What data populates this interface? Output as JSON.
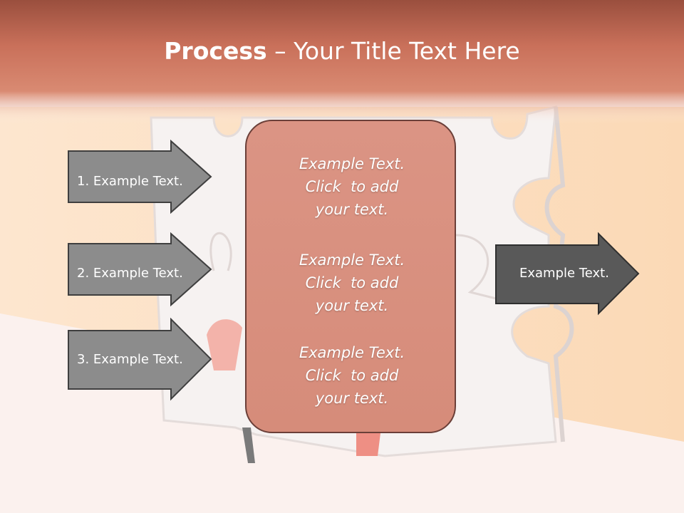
{
  "slide": {
    "title_bold": "Process",
    "title_rest": " – Your Title Text Here"
  },
  "left_arrows": [
    {
      "label": "1. Example Text."
    },
    {
      "label": "2. Example Text."
    },
    {
      "label": "3. Example Text."
    }
  ],
  "center_panel": {
    "blocks": [
      {
        "line1": "Example Text.",
        "line2": "Click  to add",
        "line3": "your text."
      },
      {
        "line1": "Example Text.",
        "line2": "Click  to add",
        "line3": "your text."
      },
      {
        "line1": "Example Text.",
        "line2": "Click  to add",
        "line3": "your text."
      }
    ]
  },
  "right_arrow": {
    "label": "Example Text."
  },
  "colors": {
    "title_band": "#c9705a",
    "arrow_light": "#8c8c8c",
    "arrow_dark": "#595959",
    "panel_fill": "#d88f7e"
  }
}
